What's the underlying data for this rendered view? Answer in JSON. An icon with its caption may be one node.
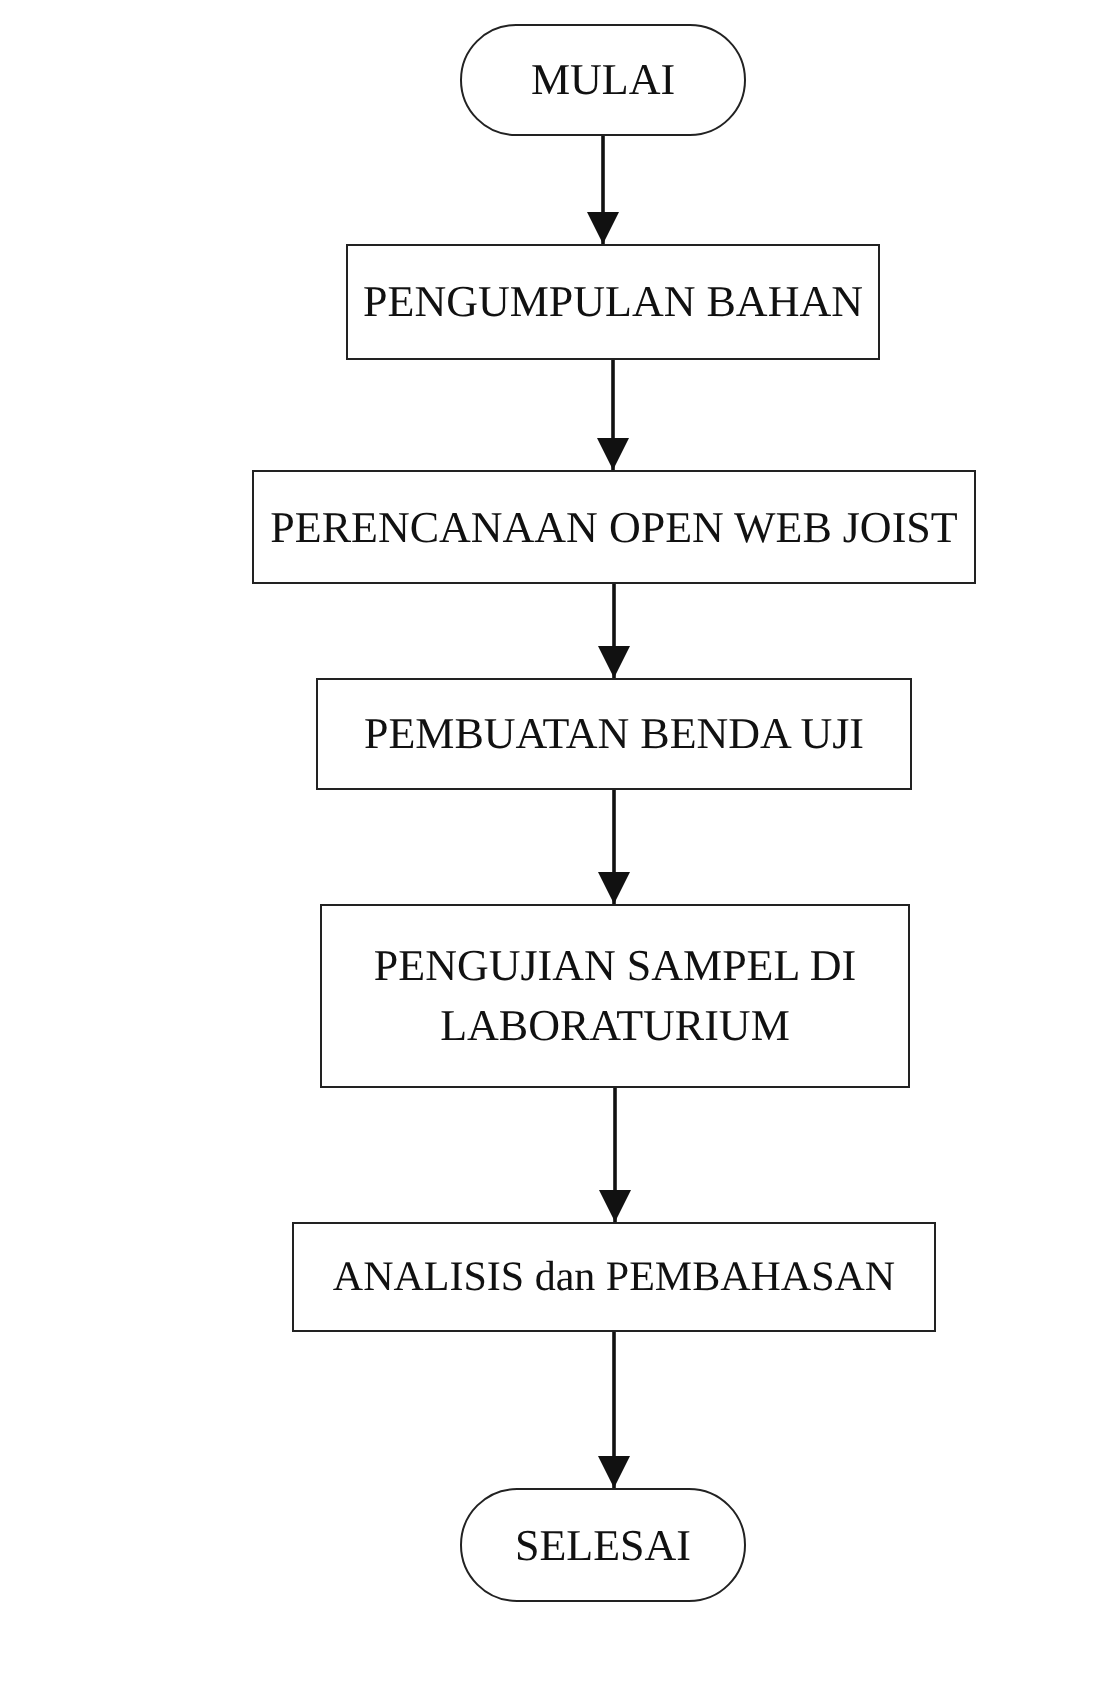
{
  "diagram": {
    "nodes": [
      {
        "text": [
          "MULAI"
        ]
      },
      {
        "text": [
          "PENGUMPULAN BAHAN"
        ]
      },
      {
        "text": [
          "PERENCANAAN OPEN WEB JOIST"
        ]
      },
      {
        "text": [
          "PEMBUATAN BENDA UJI"
        ]
      },
      {
        "text": [
          "PENGUJIAN SAMPEL DI LABORATURIUM"
        ]
      },
      {
        "text": [
          "ANALISIS dan PEMBAHASAN"
        ]
      },
      {
        "text": [
          "SELESAI"
        ]
      }
    ],
    "edges": [
      {
        "from": 0,
        "to": 1,
        "arrow": "to"
      },
      {
        "from": 1,
        "to": 2,
        "arrow": "to"
      },
      {
        "from": 2,
        "to": 3,
        "arrow": "to"
      },
      {
        "from": 3,
        "to": 4,
        "arrow": "to"
      },
      {
        "from": 4,
        "to": 5,
        "arrow": "to"
      },
      {
        "from": 5,
        "to": 6,
        "arrow": "to"
      }
    ]
  }
}
